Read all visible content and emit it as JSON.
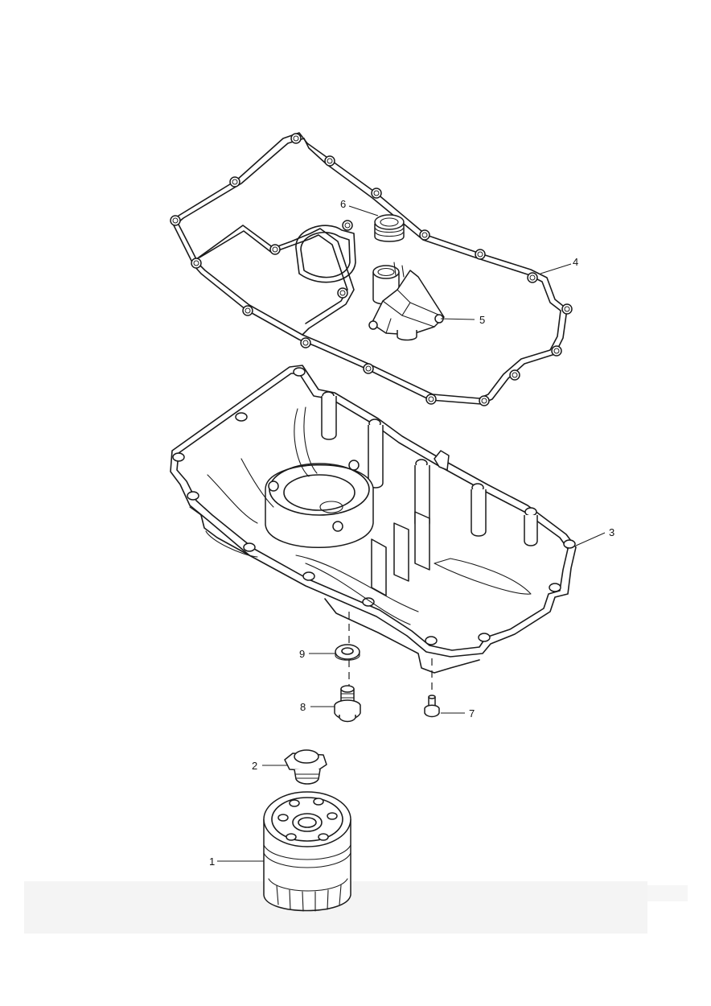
{
  "callouts": {
    "c1": "1",
    "c2": "2",
    "c3": "3",
    "c4": "4",
    "c5": "5",
    "c6": "6",
    "c7": "7",
    "c8": "8",
    "c9": "9"
  },
  "colors": {
    "ink": "#1a1a1a",
    "paper": "#ffffff",
    "scan_shade": "#efefef"
  }
}
